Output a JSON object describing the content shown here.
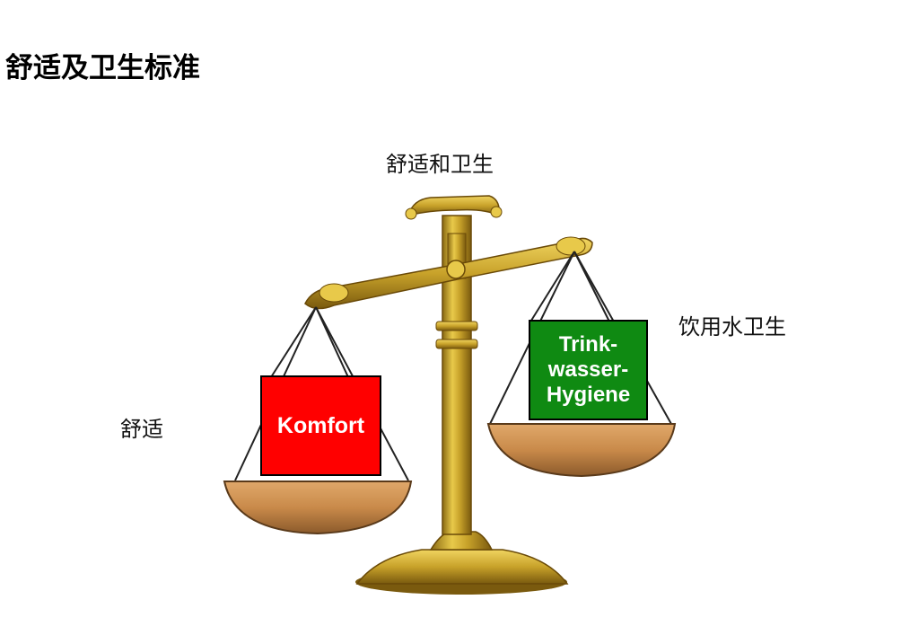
{
  "page": {
    "title": "舒适及卫生标准"
  },
  "diagram": {
    "label_top": "舒适和卫生",
    "label_right": "饮用水卫生",
    "label_left": "舒适",
    "left_box": {
      "text": "Komfort",
      "color": "#ff0000"
    },
    "right_box": {
      "lines": [
        "Trink-",
        "wasser-",
        "Hygiene"
      ],
      "color": "#0f8a12"
    },
    "scale_colors": {
      "gold": "#c8a22a",
      "gold_dark": "#8a6a12",
      "pan": "#c98a4a",
      "pan_dark": "#8b5a2b"
    }
  }
}
